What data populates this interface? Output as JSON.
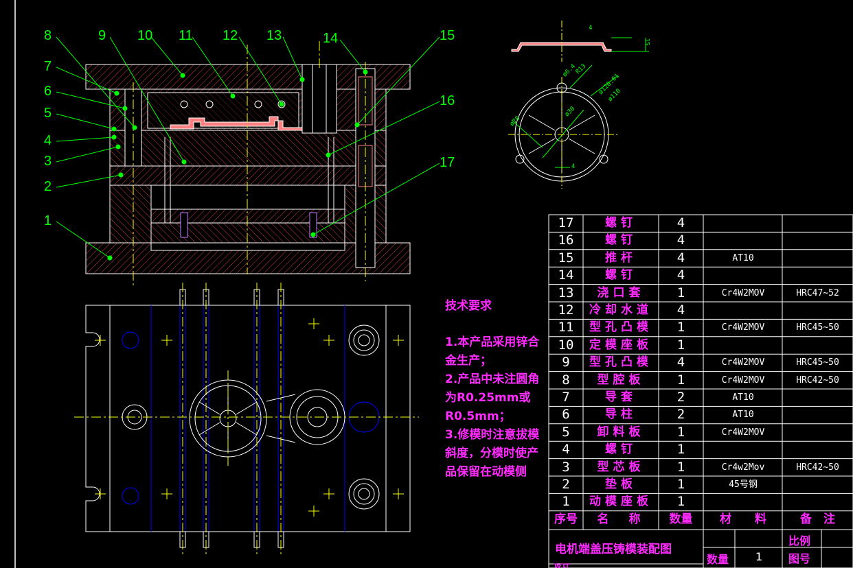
{
  "drawing": {
    "title": "电机端盖压铸模装配图",
    "quantity_label": "数量",
    "quantity_value": "1",
    "scale_label": "比例",
    "drawing_no_label": "图号",
    "partial_bottom_text": "设计"
  },
  "callouts": [
    "1",
    "2",
    "3",
    "4",
    "5",
    "6",
    "7",
    "8",
    "9",
    "10",
    "11",
    "12",
    "13",
    "14",
    "15",
    "16",
    "17"
  ],
  "part_dims": {
    "d_top1": "4",
    "d_top2": "15",
    "d_hole": "ø6.4",
    "d_r": "R13",
    "d_c1": "ø120.01",
    "d_c2": "ø110",
    "d_c3": "ø30",
    "d_c4": "ø70",
    "d_bottom": "4"
  },
  "tech_requirements": {
    "title": "技术要求",
    "item1": "1.本产品采用锌合金生产；",
    "item2": "2.产品中未注圆角为R0.25mm或R0.5mm；",
    "item3": "3.修模时注意拔模斜度，分模时使产品保留在动模侧"
  },
  "bom_header": {
    "no": "序号",
    "name": "名　称",
    "qty": "数量",
    "material": "材　　料",
    "remark": "备　注"
  },
  "bom_rows": [
    {
      "no": "17",
      "name": "螺钉",
      "qty": "4",
      "material": "",
      "remark": ""
    },
    {
      "no": "16",
      "name": "螺钉",
      "qty": "4",
      "material": "",
      "remark": ""
    },
    {
      "no": "15",
      "name": "推杆",
      "qty": "4",
      "material": "AT10",
      "remark": ""
    },
    {
      "no": "14",
      "name": "螺钉",
      "qty": "4",
      "material": "",
      "remark": ""
    },
    {
      "no": "13",
      "name": "浇口套",
      "qty": "1",
      "material": "Cr4W2MOV",
      "remark": "HRC47~52"
    },
    {
      "no": "12",
      "name": "冷却水道",
      "qty": "4",
      "material": "",
      "remark": ""
    },
    {
      "no": "11",
      "name": "型孔凸模",
      "qty": "1",
      "material": "Cr4W2MOV",
      "remark": "HRC45~50"
    },
    {
      "no": "10",
      "name": "定模座板",
      "qty": "1",
      "material": "",
      "remark": ""
    },
    {
      "no": "9",
      "name": "型孔凸模",
      "qty": "4",
      "material": "Cr4W2MOV",
      "remark": "HRC45~50"
    },
    {
      "no": "8",
      "name": "型腔板",
      "qty": "1",
      "material": "Cr4W2MOV",
      "remark": "HRC42~50"
    },
    {
      "no": "7",
      "name": "导套",
      "qty": "2",
      "material": "AT10",
      "remark": ""
    },
    {
      "no": "6",
      "name": "导柱",
      "qty": "2",
      "material": "AT10",
      "remark": ""
    },
    {
      "no": "5",
      "name": "卸料板",
      "qty": "1",
      "material": "Cr4W2MOV",
      "remark": ""
    },
    {
      "no": "4",
      "name": "螺钉",
      "qty": "1",
      "material": "",
      "remark": ""
    },
    {
      "no": "3",
      "name": "型芯板",
      "qty": "1",
      "material": "Cr4w2Mov",
      "remark": "HRC42~50"
    },
    {
      "no": "2",
      "name": "垫板",
      "qty": "1",
      "material": "45号钢",
      "remark": ""
    },
    {
      "no": "1",
      "name": "动模座板",
      "qty": "1",
      "material": "",
      "remark": ""
    }
  ],
  "colors": {
    "background": "#000000",
    "outline": "#ffffff",
    "leader": "#00ff00",
    "centerline": "#ffff00",
    "hidden": "#0000ff",
    "hatch": "#ff4444",
    "text": "#ff2bff",
    "product": "#ff8080"
  }
}
